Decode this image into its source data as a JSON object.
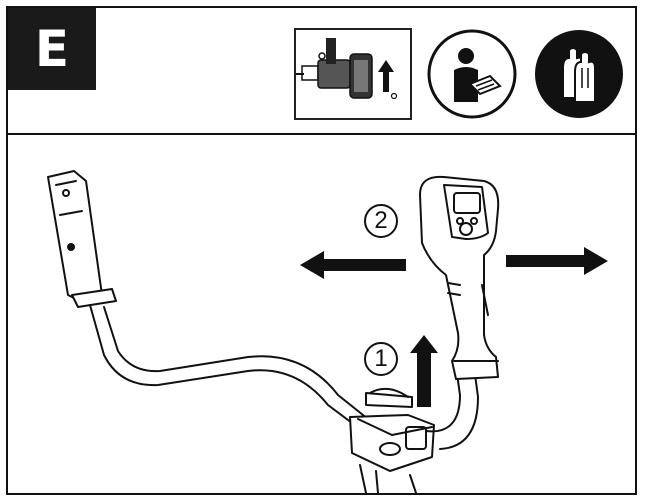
{
  "step": {
    "letter": "E"
  },
  "header_icons": [
    {
      "name": "tool-mount-icon"
    },
    {
      "name": "read-manual-icon"
    },
    {
      "name": "wear-gloves-icon"
    }
  ],
  "callouts": [
    {
      "number": "1"
    },
    {
      "number": "2"
    }
  ]
}
